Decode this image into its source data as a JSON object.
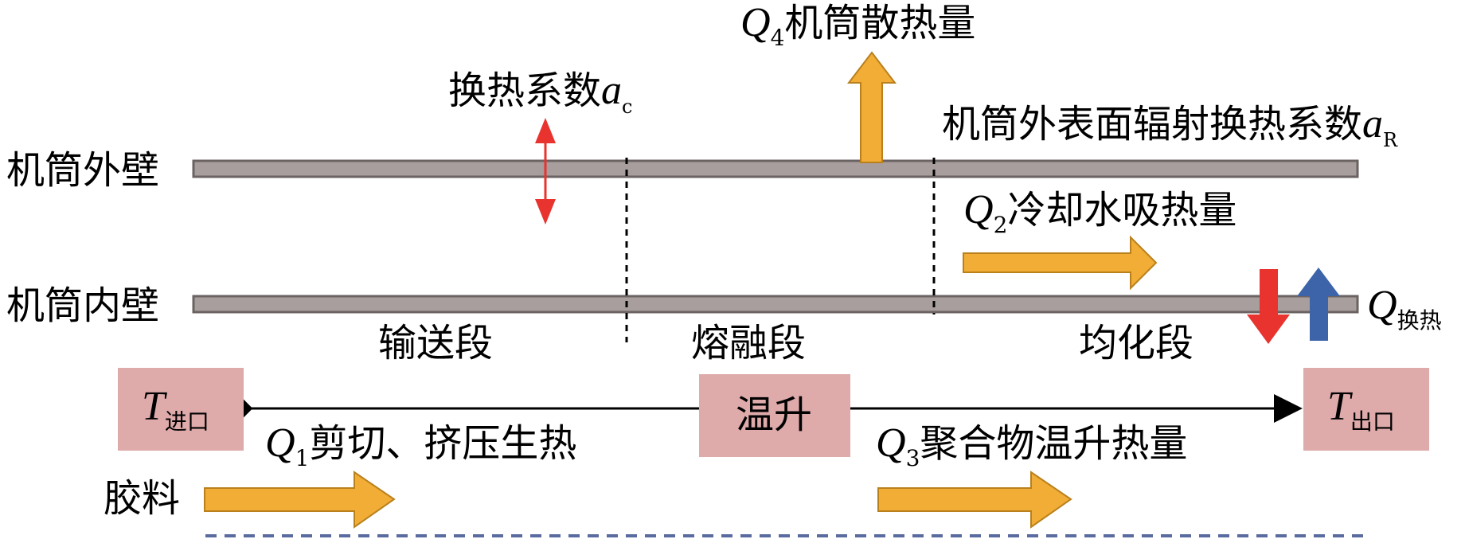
{
  "labels": {
    "outer_wall": "机筒外壁",
    "inner_wall": "机筒内壁",
    "zone_feed": "输送段",
    "zone_melt": "熔融段",
    "zone_meter": "均化段",
    "material": "胶料",
    "temp_rise": "温升",
    "coef_conv": {
      "text": "换热系数",
      "sym": "a",
      "sub": "c"
    },
    "coef_rad": {
      "text": "机筒外表面辐射换热系数",
      "sym": "a",
      "sub": "R"
    },
    "q4": {
      "sym": "Q",
      "sub": "4",
      "text": "机筒散热量"
    },
    "q2": {
      "sym": "Q",
      "sub": "2",
      "text": "冷却水吸热量"
    },
    "q1": {
      "sym": "Q",
      "sub": "1",
      "text": "剪切、挤压生热"
    },
    "q3": {
      "sym": "Q",
      "sub": "3",
      "text": "聚合物温升热量"
    },
    "q_exch": {
      "sym": "Q",
      "sub": "换热"
    },
    "t_in": {
      "sym": "T",
      "sub": "进口"
    },
    "t_out": {
      "sym": "T",
      "sub": "出口"
    }
  },
  "colors": {
    "wall": "#a89e9e",
    "wall_stroke": "#6b6363",
    "box": "#deaaaa",
    "arrow_orange": "#f2ad36",
    "arrow_orange_stroke": "#b9801c",
    "red": "#e8332e",
    "blue": "#3d63a8",
    "dash_blue": "#5a6ba0"
  }
}
